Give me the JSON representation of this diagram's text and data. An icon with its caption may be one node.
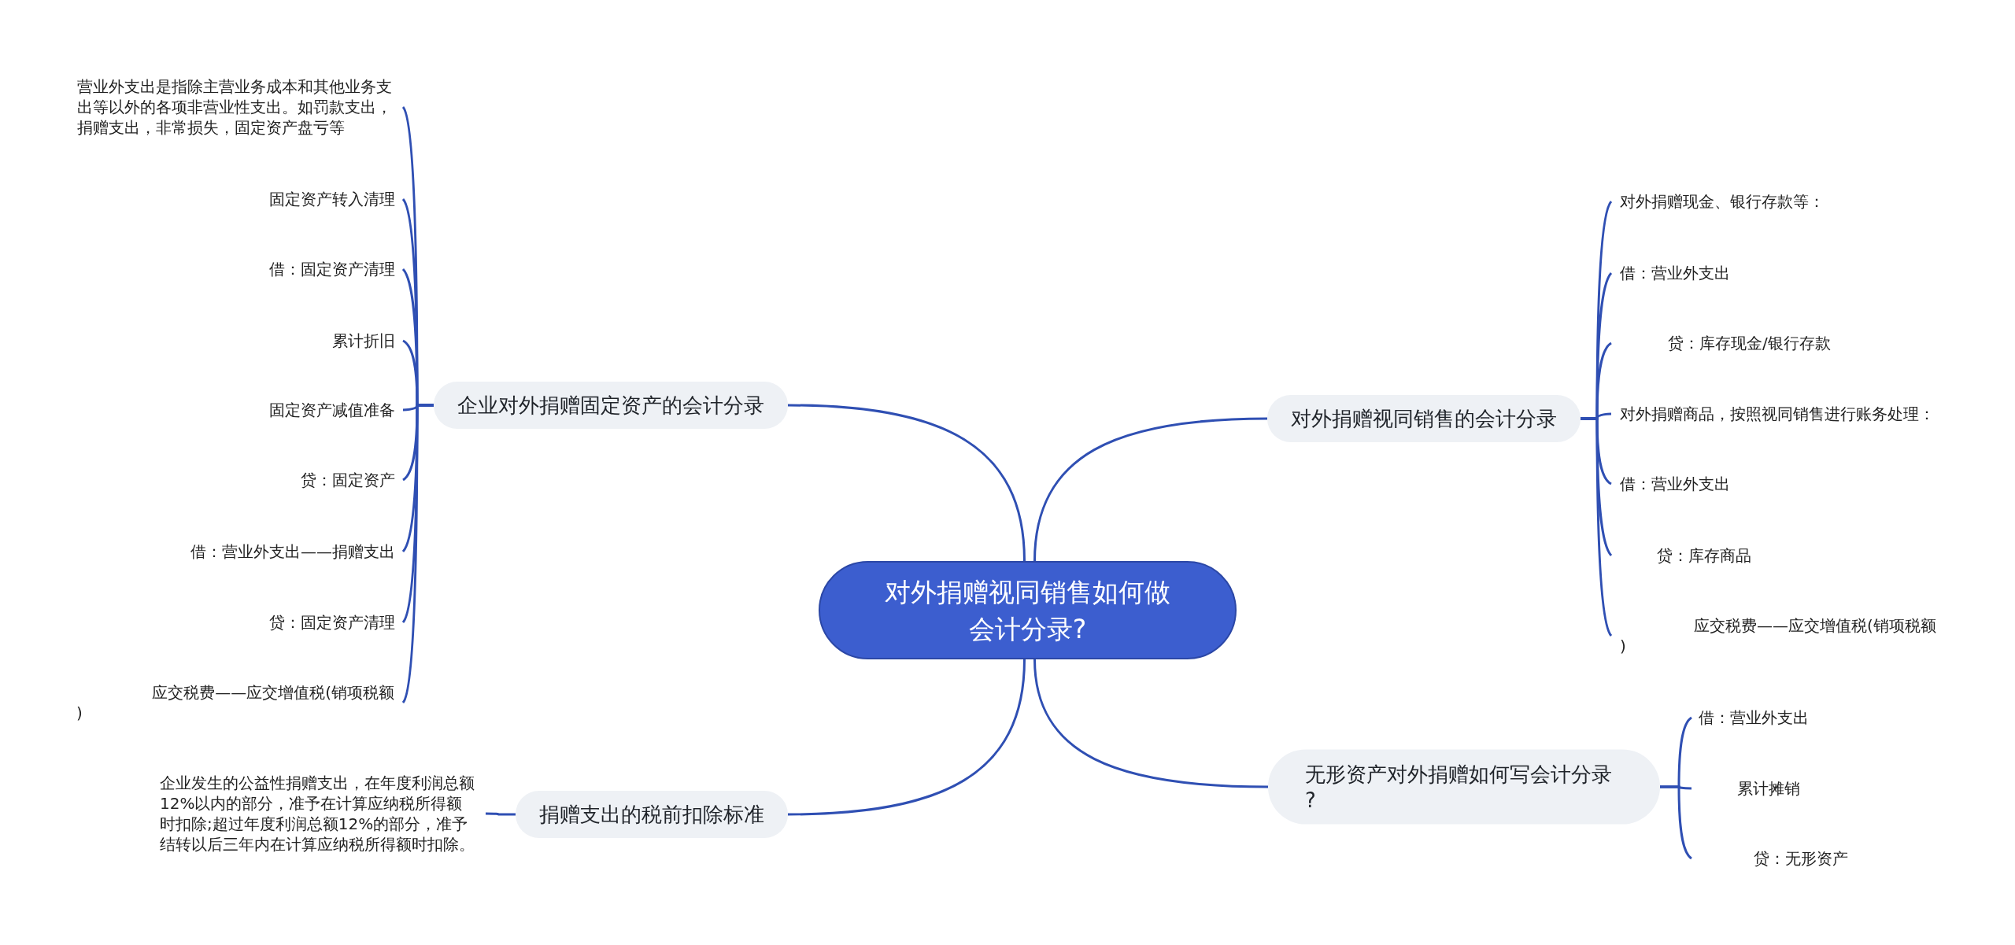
{
  "diagram": {
    "nodes": [
      {
        "text": [
          "对外捐赠视同销售如何做会计分录?"
        ]
      },
      {
        "text": [
          "企业对外捐赠固定资产的会计分录"
        ]
      },
      {
        "text": [
          "营业外支出是指除主营业务成本和其他业务支出等以外的各项非营业性支出。如罚款支出，捐赠支出，非常损失，固定资产盘亏等"
        ]
      },
      {
        "text": [
          "固定资产转入清理"
        ]
      },
      {
        "text": [
          "借：固定资产清理"
        ]
      },
      {
        "text": [
          "累计折旧"
        ]
      },
      {
        "text": [
          "固定资产减值准备"
        ]
      },
      {
        "text": [
          "贷：固定资产"
        ]
      },
      {
        "text": [
          "借：营业外支出——捐赠支出"
        ]
      },
      {
        "text": [
          "贷：固定资产清理"
        ]
      },
      {
        "text": [
          "应交税费——应交增值税(销项税额)"
        ]
      },
      {
        "text": [
          "对外捐赠视同销售的会计分录"
        ]
      },
      {
        "text": [
          "对外捐赠现金、银行存款等："
        ]
      },
      {
        "text": [
          "借：营业外支出"
        ]
      },
      {
        "text": [
          "贷：库存现金/银行存款"
        ]
      },
      {
        "text": [
          "对外捐赠商品，按照视同销售进行账务处理："
        ]
      },
      {
        "text": [
          "借：营业外支出"
        ]
      },
      {
        "text": [
          "贷：库存商品"
        ]
      },
      {
        "text": [
          "应交税费——应交增值税(销项税额)"
        ]
      },
      {
        "text": [
          "捐赠支出的税前扣除标准"
        ]
      },
      {
        "text": [
          "企业发生的公益性捐赠支出，在年度利润总额12%以内的部分，准予在计算应纳税所得额时扣除;超过年度利润总额12%的部分，准予结转以后三年内在计算应纳税所得额时扣除。"
        ]
      },
      {
        "text": [
          "无形资产对外捐赠如何写会计分录?"
        ]
      },
      {
        "text": [
          "借：营业外支出"
        ]
      },
      {
        "text": [
          "累计摊销"
        ]
      },
      {
        "text": [
          "贷：无形资产"
        ]
      }
    ],
    "edges": [
      {
        "from": 0,
        "to": 1,
        "arrow": "none"
      },
      {
        "from": 1,
        "to": 2,
        "arrow": "none"
      },
      {
        "from": 1,
        "to": 3,
        "arrow": "none"
      },
      {
        "from": 1,
        "to": 4,
        "arrow": "none"
      },
      {
        "from": 1,
        "to": 5,
        "arrow": "none"
      },
      {
        "from": 1,
        "to": 6,
        "arrow": "none"
      },
      {
        "from": 1,
        "to": 7,
        "arrow": "none"
      },
      {
        "from": 1,
        "to": 8,
        "arrow": "none"
      },
      {
        "from": 1,
        "to": 9,
        "arrow": "none"
      },
      {
        "from": 1,
        "to": 10,
        "arrow": "none"
      },
      {
        "from": 0,
        "to": 11,
        "arrow": "none"
      },
      {
        "from": 11,
        "to": 12,
        "arrow": "none"
      },
      {
        "from": 11,
        "to": 13,
        "arrow": "none"
      },
      {
        "from": 11,
        "to": 14,
        "arrow": "none"
      },
      {
        "from": 11,
        "to": 15,
        "arrow": "none"
      },
      {
        "from": 11,
        "to": 16,
        "arrow": "none"
      },
      {
        "from": 11,
        "to": 17,
        "arrow": "none"
      },
      {
        "from": 11,
        "to": 18,
        "arrow": "none"
      },
      {
        "from": 0,
        "to": 19,
        "arrow": "none"
      },
      {
        "from": 19,
        "to": 20,
        "arrow": "none"
      },
      {
        "from": 0,
        "to": 21,
        "arrow": "none"
      },
      {
        "from": 21,
        "to": 22,
        "arrow": "none"
      },
      {
        "from": 21,
        "to": 23,
        "arrow": "none"
      },
      {
        "from": 21,
        "to": 24,
        "arrow": "none"
      }
    ]
  }
}
